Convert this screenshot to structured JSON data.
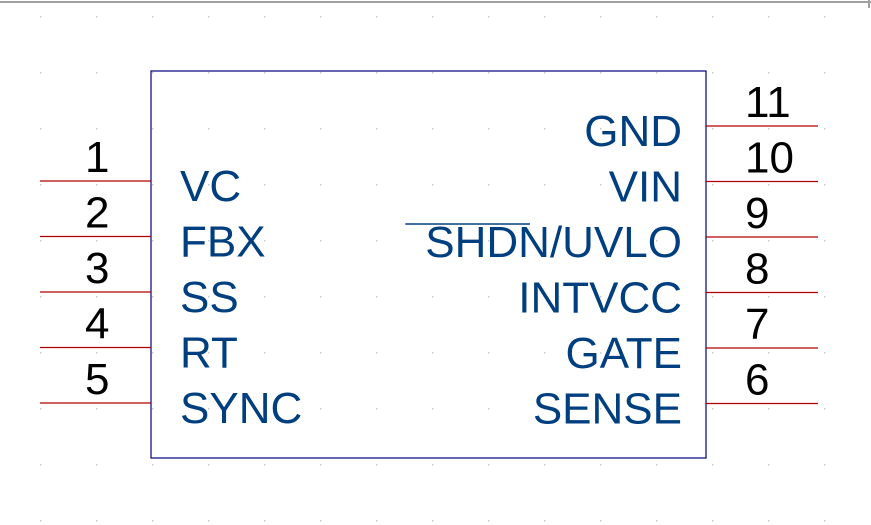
{
  "colors": {
    "background": "#ffffff",
    "frame_top": "#a0a0a0",
    "grid_dot": "#c8c8c8",
    "body_outline": "#000080",
    "pin_line": "#b00000",
    "label": "#003f7f",
    "number": "#000000"
  },
  "component": {
    "left_pins": [
      {
        "number": "1",
        "label": "VC"
      },
      {
        "number": "2",
        "label": "FBX"
      },
      {
        "number": "3",
        "label": "SS"
      },
      {
        "number": "4",
        "label": "RT"
      },
      {
        "number": "5",
        "label": "SYNC"
      }
    ],
    "right_pins": [
      {
        "number": "11",
        "label": "GND"
      },
      {
        "number": "10",
        "label": "VIN"
      },
      {
        "number": "9",
        "label": "SHDN/UVLO",
        "overline": "SHDN"
      },
      {
        "number": "8",
        "label": "INTVCC"
      },
      {
        "number": "7",
        "label": "GATE"
      },
      {
        "number": "6",
        "label": "SENSE"
      }
    ]
  }
}
